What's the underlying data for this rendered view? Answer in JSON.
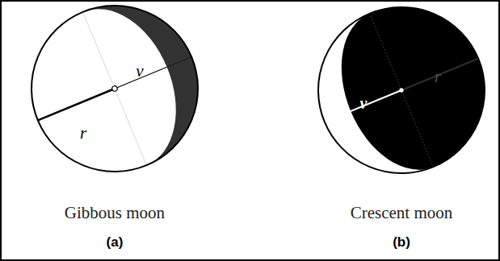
{
  "diagram": {
    "labels": [
      "r",
      "v",
      "Gibbous moon",
      "(a)",
      "v",
      "r",
      "Crescent moon",
      "(b)"
    ]
  }
}
